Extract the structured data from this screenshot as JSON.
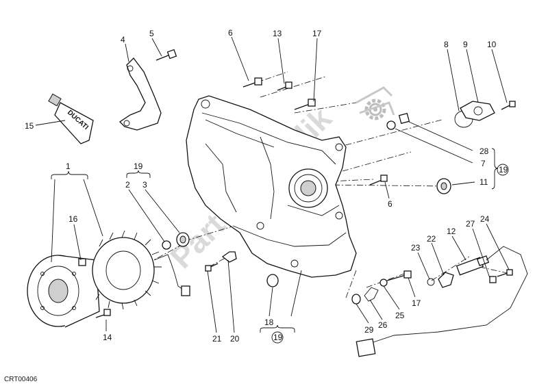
{
  "drawing_code": "CRT00406",
  "watermark": "PartsRepublik",
  "tube_brand": "DUCATI",
  "callouts": {
    "c1": "1",
    "c2": "2",
    "c3": "3",
    "c4": "4",
    "c5": "5",
    "c6a": "6",
    "c6b": "6",
    "c7": "7",
    "c8": "8",
    "c9": "9",
    "c10": "10",
    "c11": "11",
    "c12": "12",
    "c13": "13",
    "c14": "14",
    "c15": "15",
    "c16": "16",
    "c17a": "17",
    "c17b": "17",
    "c18": "18",
    "c19a": "19",
    "c19b": "19",
    "c19c": "19",
    "c20": "20",
    "c21": "21",
    "c22": "22",
    "c23": "23",
    "c24": "24",
    "c25": "25",
    "c26": "26",
    "c27": "27",
    "c28": "28",
    "c29": "29"
  }
}
